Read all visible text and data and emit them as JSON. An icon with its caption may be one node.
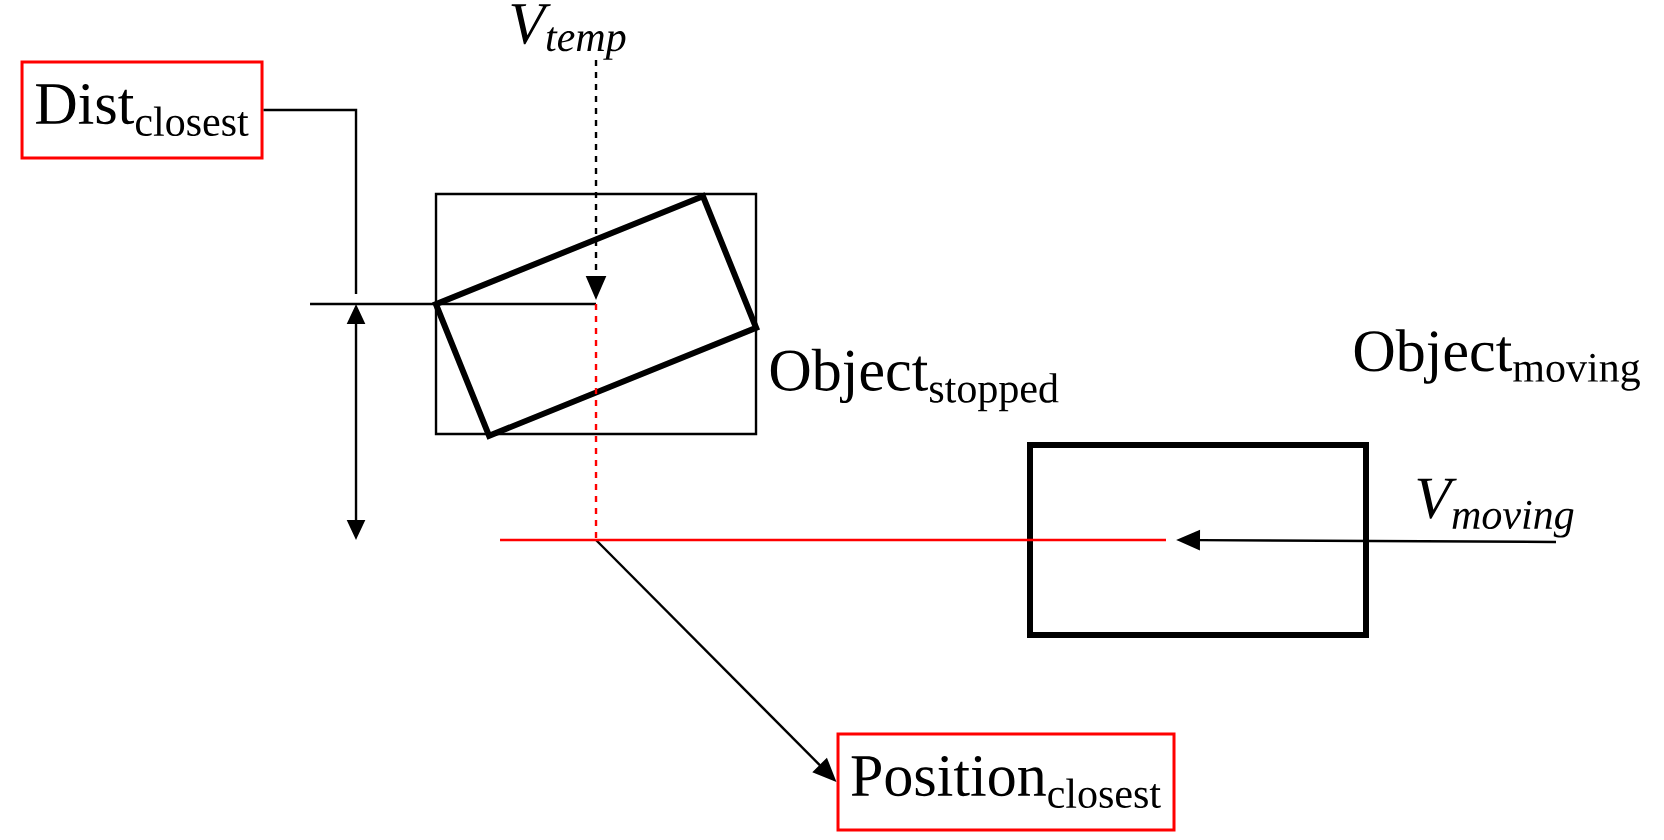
{
  "diagram": {
    "nodes": [
      {
        "text": [
          "Dist$_{closest}$"
        ]
      },
      {
        "text": [],
        "shape": "box"
      },
      {
        "text": [],
        "shape": "box",
        "beside": [
          "Object$_{stopped}$"
        ]
      },
      {
        "text": [],
        "shape": "box",
        "beside": [
          "Object$_{moving}$"
        ]
      },
      {
        "text": [
          "Position$_{closest}$"
        ]
      }
    ],
    "edges": [
      {
        "from": null,
        "to": 2,
        "arrow": "to",
        "style": "dashed",
        "label": "V$_{temp}$"
      },
      {
        "from": null,
        "to": 3,
        "arrow": "to",
        "label": "V$_{moving}$"
      },
      {
        "from": 0,
        "to": null,
        "arrow": "none"
      },
      {
        "from": null,
        "to": 4,
        "arrow": "to"
      },
      {
        "from": 2,
        "to": null,
        "arrow": "none",
        "style": "dashed",
        "color": "#ff0000"
      },
      {
        "from": 3,
        "to": null,
        "arrow": "none",
        "color": "#ff0000"
      }
    ]
  }
}
